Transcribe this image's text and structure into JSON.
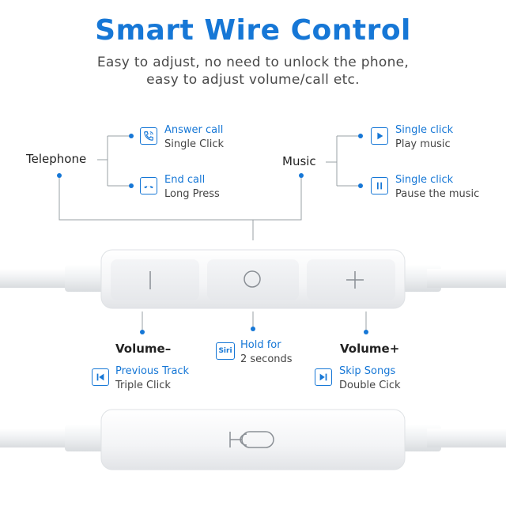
{
  "header": {
    "title": "Smart Wire Control",
    "subtitle_line1": "Easy to adjust, no need to unlock the phone,",
    "subtitle_line2": "easy to adjust volume/call etc."
  },
  "telephone": {
    "label": "Telephone",
    "items": [
      {
        "action": "Answer call",
        "desc": "Single Click",
        "icon": "phone-answer-icon"
      },
      {
        "action": "End call",
        "desc": "Long Press",
        "icon": "phone-hangup-icon"
      }
    ]
  },
  "music": {
    "label": "Music",
    "items": [
      {
        "action": "Single click",
        "desc": "Play music",
        "icon": "play-icon"
      },
      {
        "action": "Single click",
        "desc": "Pause the music",
        "icon": "pause-icon"
      }
    ]
  },
  "buttons": {
    "volume_down": {
      "label": "Volume–",
      "action": "Previous Track",
      "desc": "Triple Click",
      "icon": "previous-track-icon"
    },
    "center": {
      "icon_text": "Siri",
      "action": "Hold for",
      "desc": "2 seconds",
      "icon": "siri-icon"
    },
    "volume_up": {
      "label": "Volume+",
      "action": "Skip Songs",
      "desc": "Double Cick",
      "icon": "skip-track-icon"
    }
  },
  "colors": {
    "accent": "#1677d6",
    "line": "#9aa0a6",
    "wire": "#f2f3f5"
  }
}
